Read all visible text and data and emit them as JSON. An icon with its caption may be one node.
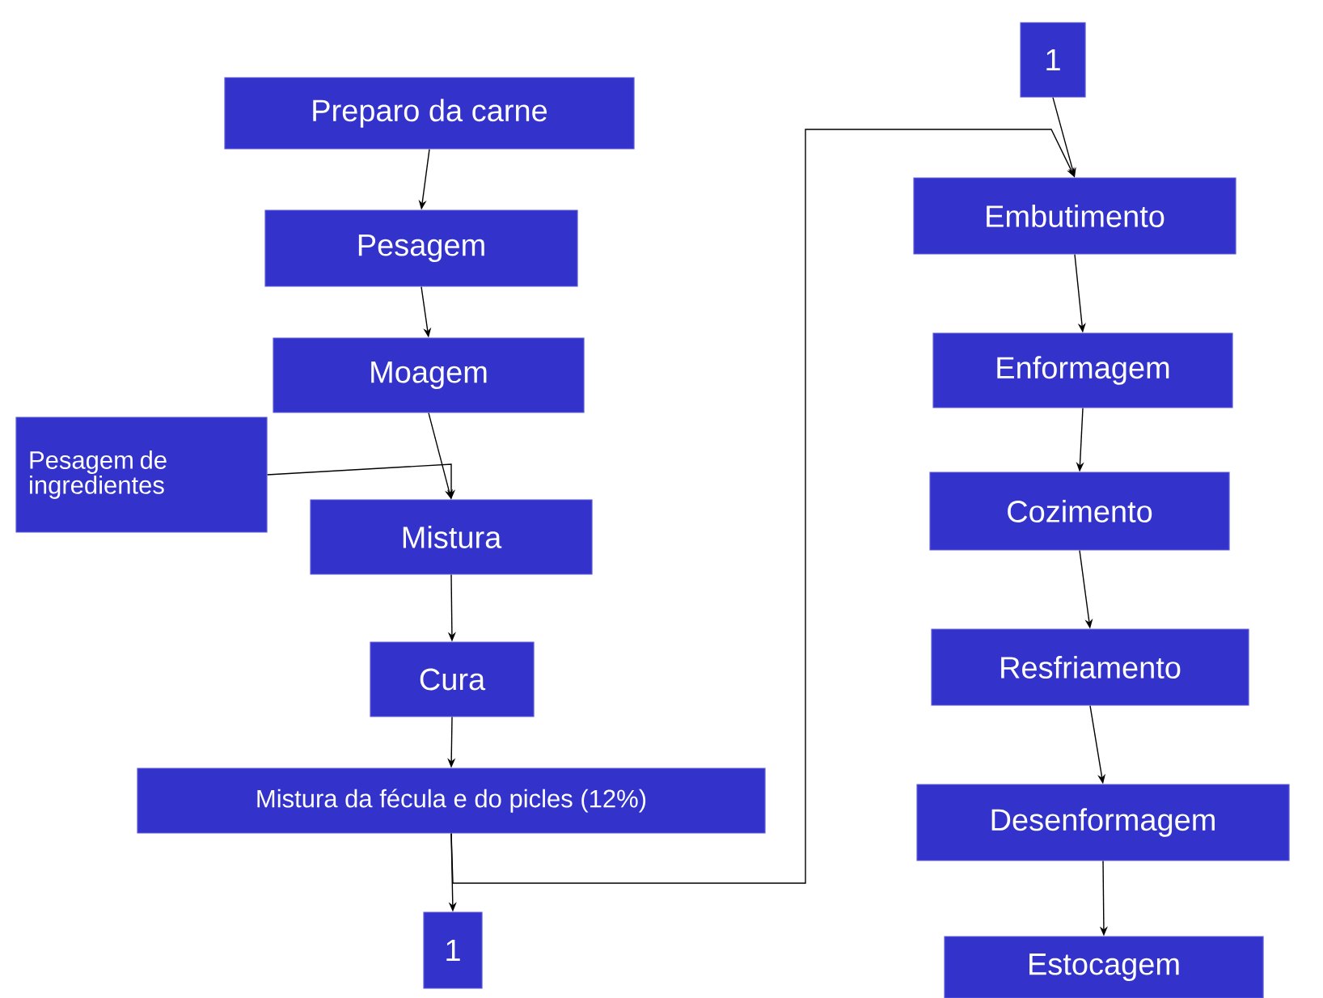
{
  "diagram": {
    "nodes": [
      {
        "text": [
          "Preparo da carne"
        ]
      },
      {
        "text": [
          "Pesagem"
        ]
      },
      {
        "text": [
          "Moagem"
        ]
      },
      {
        "text": [
          "Pesagem de ingredientes"
        ]
      },
      {
        "text": [
          "Mistura"
        ]
      },
      {
        "text": [
          "Cura"
        ]
      },
      {
        "text": [
          "Mistura da fécula e do picles (12%)"
        ]
      },
      {
        "text": [
          "1"
        ]
      },
      {
        "text": [
          "1"
        ]
      },
      {
        "text": [
          "Embutimento"
        ]
      },
      {
        "text": [
          "Enformagem"
        ]
      },
      {
        "text": [
          "Cozimento"
        ]
      },
      {
        "text": [
          "Resfriamento"
        ]
      },
      {
        "text": [
          "Desenformagem"
        ]
      },
      {
        "text": [
          "Estocagem"
        ]
      }
    ],
    "edges": [
      {
        "from": 0,
        "to": 1,
        "arrow": "to"
      },
      {
        "from": 1,
        "to": 2,
        "arrow": "to"
      },
      {
        "from": 2,
        "to": 4,
        "arrow": "to"
      },
      {
        "from": 3,
        "to": 4,
        "arrow": "to"
      },
      {
        "from": 4,
        "to": 5,
        "arrow": "to"
      },
      {
        "from": 5,
        "to": 6,
        "arrow": "to"
      },
      {
        "from": 6,
        "to": 7,
        "arrow": "to"
      },
      {
        "from": 6,
        "to": 9,
        "arrow": "to"
      },
      {
        "from": 8,
        "to": 9,
        "arrow": "to"
      },
      {
        "from": 9,
        "to": 10,
        "arrow": "to"
      },
      {
        "from": 10,
        "to": 11,
        "arrow": "to"
      },
      {
        "from": 11,
        "to": 12,
        "arrow": "to"
      },
      {
        "from": 12,
        "to": 13,
        "arrow": "to"
      },
      {
        "from": 13,
        "to": 14,
        "arrow": "to"
      }
    ]
  }
}
